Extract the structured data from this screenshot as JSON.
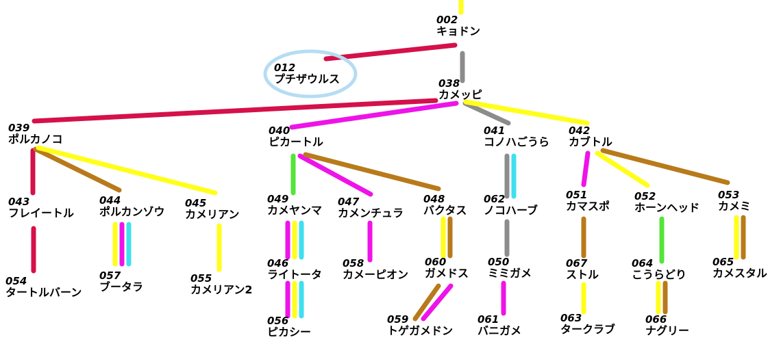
{
  "colors": {
    "red": "#D4114A",
    "magenta": "#EE13E8",
    "yellow": "#FFFF1A",
    "gray": "#8C8C8C",
    "brown": "#B87A1A",
    "green": "#55E43A",
    "cyan": "#3FE0EE",
    "circle": "#B5DDF3"
  },
  "nodes": [
    {
      "id": "002",
      "num": "002",
      "name": "キョドン"
    },
    {
      "id": "012",
      "num": "012",
      "name": "プチザウルス"
    },
    {
      "id": "038",
      "num": "038",
      "name": "カメッピ"
    },
    {
      "id": "039",
      "num": "039",
      "name": "ポルカノコ"
    },
    {
      "id": "040",
      "num": "040",
      "name": "ピカートル"
    },
    {
      "id": "041",
      "num": "041",
      "name": "コノハごうら"
    },
    {
      "id": "042",
      "num": "042",
      "name": "カブトル"
    },
    {
      "id": "043",
      "num": "043",
      "name": "フレイートル"
    },
    {
      "id": "044",
      "num": "044",
      "name": "ポルカンゾウ"
    },
    {
      "id": "045",
      "num": "045",
      "name": "カメリアン"
    },
    {
      "id": "049",
      "num": "049",
      "name": "カメヤンマ"
    },
    {
      "id": "047",
      "num": "047",
      "name": "カメンチュラ"
    },
    {
      "id": "048",
      "num": "048",
      "name": "バクタス"
    },
    {
      "id": "062",
      "num": "062",
      "name": "ノコハーブ"
    },
    {
      "id": "051",
      "num": "051",
      "name": "カマスポ"
    },
    {
      "id": "052",
      "num": "052",
      "name": "ホーンヘッド"
    },
    {
      "id": "053",
      "num": "053",
      "name": "カメミ"
    },
    {
      "id": "054",
      "num": "054",
      "name": "タートルバーン"
    },
    {
      "id": "057",
      "num": "057",
      "name": "ブータラ"
    },
    {
      "id": "055",
      "num": "055",
      "name": "カメリアン2"
    },
    {
      "id": "046",
      "num": "046",
      "name": "ライトータ"
    },
    {
      "id": "058",
      "num": "058",
      "name": "カメーピオン"
    },
    {
      "id": "060",
      "num": "060",
      "name": "ガメドス"
    },
    {
      "id": "050",
      "num": "050",
      "name": "ミミガメ"
    },
    {
      "id": "067",
      "num": "067",
      "name": "ストル"
    },
    {
      "id": "064",
      "num": "064",
      "name": "こうらどり"
    },
    {
      "id": "065",
      "num": "065",
      "name": "カメスタル"
    },
    {
      "id": "056",
      "num": "056",
      "name": "ピカシー"
    },
    {
      "id": "059",
      "num": "059",
      "name": "トゲガメドン"
    },
    {
      "id": "061",
      "num": "061",
      "name": "バニガメ"
    },
    {
      "id": "063",
      "num": "063",
      "name": "タークラブ"
    },
    {
      "id": "066",
      "num": "066",
      "name": "ナグリー"
    }
  ],
  "links": [
    {
      "from": "top",
      "to": "002",
      "colors": [
        "yellow"
      ]
    },
    {
      "from": "002",
      "to": "012",
      "colors": [
        "red"
      ]
    },
    {
      "from": "002",
      "to": "038",
      "colors": [
        "gray"
      ]
    },
    {
      "from": "038",
      "to": "039",
      "colors": [
        "red"
      ]
    },
    {
      "from": "038",
      "to": "040",
      "colors": [
        "magenta"
      ]
    },
    {
      "from": "038",
      "to": "041",
      "colors": [
        "gray"
      ]
    },
    {
      "from": "038",
      "to": "042",
      "colors": [
        "yellow"
      ]
    },
    {
      "from": "039",
      "to": "043",
      "colors": [
        "red"
      ]
    },
    {
      "from": "039",
      "to": "044",
      "colors": [
        "brown"
      ]
    },
    {
      "from": "039",
      "to": "045",
      "colors": [
        "yellow"
      ]
    },
    {
      "from": "043",
      "to": "054",
      "colors": [
        "red"
      ]
    },
    {
      "from": "044",
      "to": "057",
      "colors": [
        "cyan",
        "magenta",
        "yellow"
      ]
    },
    {
      "from": "045",
      "to": "055",
      "colors": [
        "yellow"
      ]
    },
    {
      "from": "040",
      "to": "049",
      "colors": [
        "green"
      ]
    },
    {
      "from": "040",
      "to": "047",
      "colors": [
        "magenta"
      ]
    },
    {
      "from": "040",
      "to": "048",
      "colors": [
        "brown"
      ]
    },
    {
      "from": "049",
      "to": "046",
      "colors": [
        "cyan",
        "yellow",
        "magenta"
      ]
    },
    {
      "from": "046",
      "to": "056",
      "colors": [
        "cyan",
        "yellow",
        "magenta"
      ]
    },
    {
      "from": "047",
      "to": "058",
      "colors": [
        "magenta"
      ]
    },
    {
      "from": "048",
      "to": "060",
      "colors": [
        "brown",
        "yellow"
      ]
    },
    {
      "from": "060",
      "to": "059",
      "colors": [
        "brown",
        "magenta"
      ]
    },
    {
      "from": "041",
      "to": "062",
      "colors": [
        "cyan",
        "gray"
      ]
    },
    {
      "from": "062",
      "to": "050",
      "colors": [
        "gray"
      ]
    },
    {
      "from": "050",
      "to": "061",
      "colors": [
        "magenta"
      ]
    },
    {
      "from": "042",
      "to": "051",
      "colors": [
        "magenta"
      ]
    },
    {
      "from": "042",
      "to": "052",
      "colors": [
        "yellow"
      ]
    },
    {
      "from": "042",
      "to": "053",
      "colors": [
        "brown"
      ]
    },
    {
      "from": "051",
      "to": "067",
      "colors": [
        "brown"
      ]
    },
    {
      "from": "067",
      "to": "063",
      "colors": [
        "yellow"
      ]
    },
    {
      "from": "052",
      "to": "064",
      "colors": [
        "green"
      ]
    },
    {
      "from": "064",
      "to": "066",
      "colors": [
        "brown",
        "yellow"
      ]
    },
    {
      "from": "053",
      "to": "065",
      "colors": [
        "brown",
        "yellow"
      ]
    }
  ],
  "highlight": {
    "node": "012"
  }
}
